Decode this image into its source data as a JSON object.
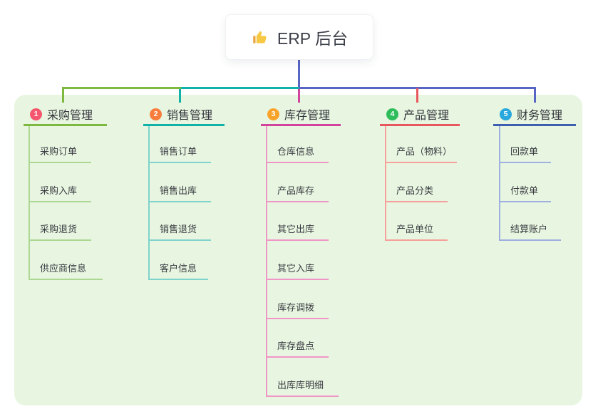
{
  "root": {
    "icon": "thumbs-up",
    "label": "ERP 后台"
  },
  "branches": [
    {
      "index": "1",
      "label": "采购管理",
      "badge_color": "#f4566e",
      "line_color": "#7eb93f",
      "child_line_color": "#abd793",
      "children": [
        "采购订单",
        "采购入库",
        "采购退货",
        "供应商信息"
      ]
    },
    {
      "index": "2",
      "label": "销售管理",
      "badge_color": "#f87d3c",
      "line_color": "#10b2a7",
      "child_line_color": "#7fd3cc",
      "children": [
        "销售订单",
        "销售出库",
        "销售退货",
        "客户信息"
      ]
    },
    {
      "index": "3",
      "label": "库存管理",
      "badge_color": "#f8a42b",
      "line_color": "#d1439c",
      "child_line_color": "#f096c7",
      "children": [
        "仓库信息",
        "产品库存",
        "其它出库",
        "其它入库",
        "库存调拨",
        "库存盘点",
        "出库库明细"
      ]
    },
    {
      "index": "4",
      "label": "产品管理",
      "badge_color": "#2fbd5c",
      "line_color": "#e8575d",
      "child_line_color": "#f5a09a",
      "children": [
        "产品（物料）",
        "产品分类",
        "产品单位"
      ]
    },
    {
      "index": "5",
      "label": "财务管理",
      "badge_color": "#28a8dc",
      "line_color": "#3e5fb0",
      "child_line_color": "#9fafe0",
      "children": [
        "回款单",
        "付款单",
        "结算账户"
      ]
    }
  ],
  "colors": {
    "page_background": "#ffffff",
    "canvas_panel": "#e8f6e1",
    "root_connector_blue": "#5765c4",
    "thumb_icon_yellow": "#f7c844",
    "text": "#35363e"
  }
}
